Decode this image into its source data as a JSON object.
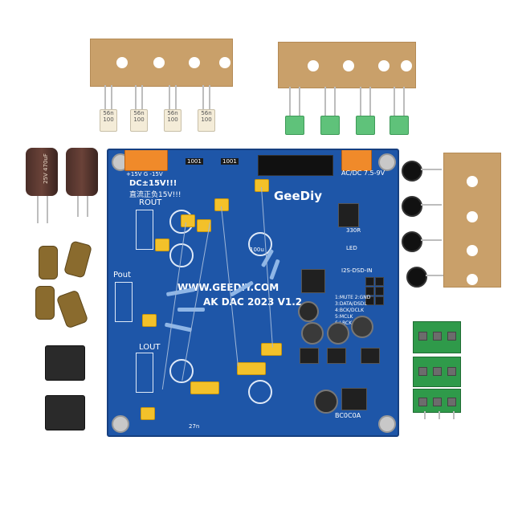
{
  "board": {
    "brand": "GeeDiy",
    "power_label_left": "DC±15V!!!",
    "power_label_left_cn": "直流正负15V!!!",
    "rail_label": "+15V  G  -15V",
    "power_label_right": "AC/DC 7.5-9V",
    "site": "WWW.GEEDIY.COM",
    "model": "AK DAC 2023 V1.2",
    "rout": "ROUT",
    "pout": "Pout",
    "lout": "LOUT",
    "header_i2s": "I2S-DSD-IN",
    "pinout": [
      "1:MUTE 2:GND",
      "3:DATA/DSDL",
      "4:BCK/DCLK",
      "5:MCLK",
      "6:LRCK/DSDR"
    ],
    "led": "LED",
    "r_330": "330R",
    "bottom_code": "BC0C0A",
    "res_1001_a": "1001",
    "res_1001_b": "1001",
    "cap_100u": "100u",
    "cap_27n": "27n"
  },
  "caps": {
    "ceramic_label": "56n 100",
    "elec_rating": "25V 470uF"
  },
  "colors": {
    "pcb": "#1e56a8",
    "tape": "#c9a06a",
    "terminal_orange": "#f08a2a",
    "terminal_green": "#2f9a4a",
    "film_cap": "#5fc27a",
    "ceramic_yellow": "#f3c12a"
  }
}
